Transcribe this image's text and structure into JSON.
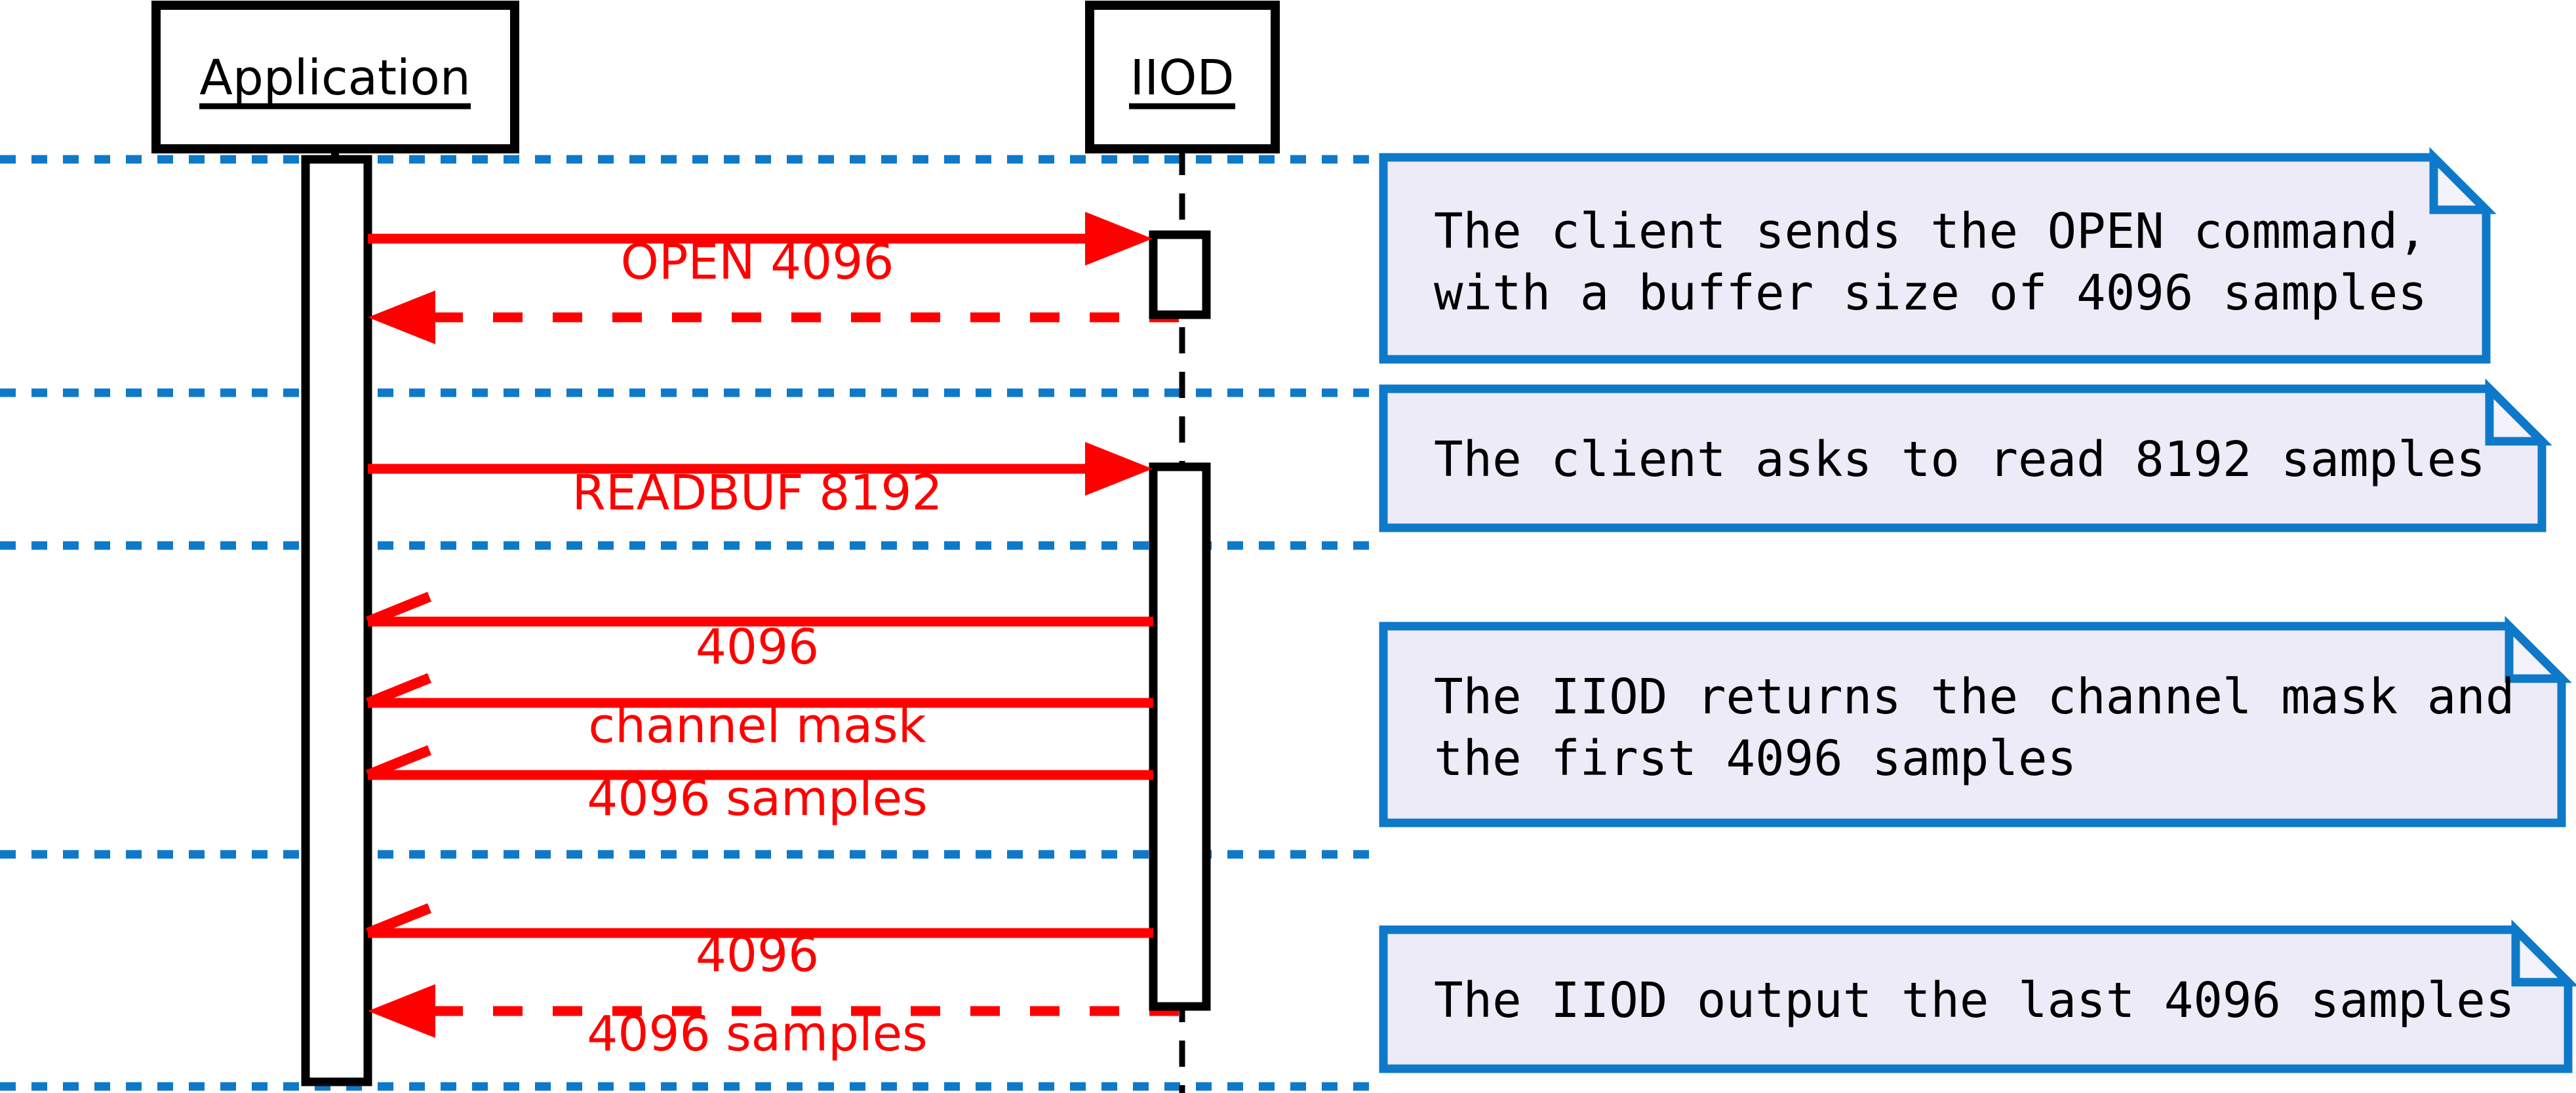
{
  "diagram_type": "uml-sequence-diagram",
  "colors": {
    "message_red": "#FF0000",
    "divider_blue": "#0E79C8",
    "note_border_blue": "#0E79C8",
    "note_fill": "#EDEBF7",
    "line_black": "#000000",
    "background": "#FFFFFF"
  },
  "actors": [
    {
      "label": "Application"
    },
    {
      "label": "IIOD"
    }
  ],
  "messages": [
    {
      "label": "OPEN 4096",
      "from": "Application",
      "to": "IIOD",
      "style": "solid-filled-arrow"
    },
    {
      "label": "READBUF 8192",
      "from": "Application",
      "to": "IIOD",
      "style": "solid-filled-arrow"
    },
    {
      "label": "4096",
      "from": "IIOD",
      "to": "Application",
      "style": "solid-open-arrow"
    },
    {
      "label": "channel mask",
      "from": "IIOD",
      "to": "Application",
      "style": "solid-open-arrow"
    },
    {
      "label": "4096 samples",
      "from": "IIOD",
      "to": "Application",
      "style": "solid-open-arrow"
    },
    {
      "label": "4096",
      "from": "IIOD",
      "to": "Application",
      "style": "solid-open-arrow"
    },
    {
      "label": "4096 samples",
      "from": "IIOD",
      "to": "Application",
      "style": "dashed-filled-arrow"
    }
  ],
  "notes": [
    {
      "line1": "The client sends the OPEN command,",
      "line2": "with a buffer size of 4096 samples"
    },
    {
      "line1": "The client asks to read 8192 samples",
      "line2": ""
    },
    {
      "line1": "The IIOD returns the channel mask and",
      "line2": "the first 4096 samples"
    },
    {
      "line1": "The IIOD output the last 4096 samples",
      "line2": ""
    }
  ]
}
